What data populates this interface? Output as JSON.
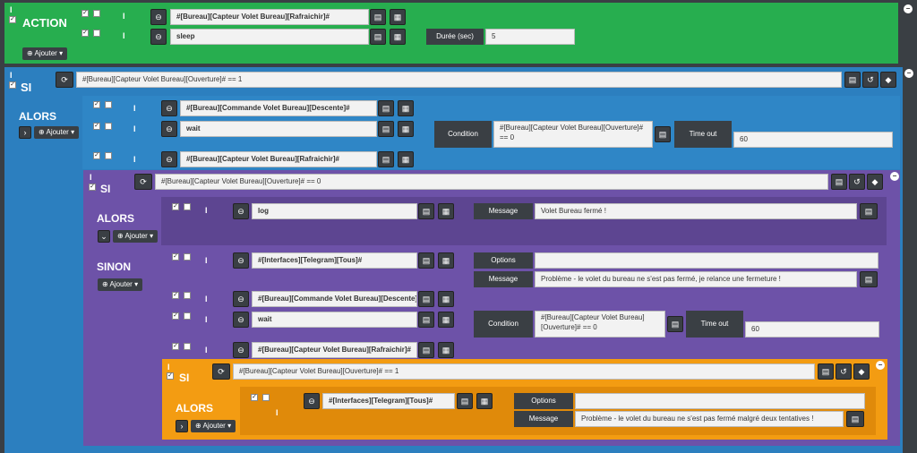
{
  "action_block": {
    "title": "ACTION",
    "add_label": "Ajouter",
    "rows": [
      {
        "command": "#[Bureau][Capteur Volet Bureau][Rafraichir]#"
      },
      {
        "command": "sleep",
        "option_label": "Durée (sec)",
        "option_value": "5"
      }
    ]
  },
  "si1": {
    "title": "SI",
    "condition": "#[Bureau][Capteur Volet Bureau][Ouverture]# == 1",
    "alors_title": "ALORS",
    "add_label": "Ajouter",
    "rows": [
      {
        "command": "#[Bureau][Commande Volet Bureau][Descente]#"
      },
      {
        "command": "wait",
        "cond_label": "Condition",
        "cond_value": "#[Bureau][Capteur Volet Bureau][Ouverture]# == 0",
        "timeout_label": "Time out",
        "timeout_value": "60"
      },
      {
        "command": "#[Bureau][Capteur Volet Bureau][Rafraichir]#"
      }
    ]
  },
  "si2": {
    "title": "SI",
    "condition": "#[Bureau][Capteur Volet Bureau][Ouverture]# == 0",
    "alors_title": "ALORS",
    "sinon_title": "SINON",
    "add_label": "Ajouter",
    "alors_row": {
      "command": "log",
      "msg_label": "Message",
      "msg_value": "Volet Bureau fermé !"
    },
    "sinon_rows": [
      {
        "command": "#[Interfaces][Telegram][Tous]#",
        "opt_label": "Options",
        "msg_label": "Message",
        "msg_value": "Problème - le volet du bureau ne s'est pas fermé, je relance une fermeture !"
      },
      {
        "command": "#[Bureau][Commande Volet Bureau][Descente]#"
      },
      {
        "command": "wait",
        "cond_label": "Condition",
        "cond_value": "#[Bureau][Capteur Volet Bureau][Ouverture]# == 0",
        "timeout_label": "Time out",
        "timeout_value": "60"
      },
      {
        "command": "#[Bureau][Capteur Volet Bureau][Rafraichir]#"
      }
    ]
  },
  "si3": {
    "title": "SI",
    "condition": "#[Bureau][Capteur Volet Bureau][Ouverture]# == 1",
    "alors_title": "ALORS",
    "add_label": "Ajouter",
    "row": {
      "command": "#[Interfaces][Telegram][Tous]#",
      "opt_label": "Options",
      "msg_label": "Message",
      "msg_value": "Problème - le volet du bureau ne s'est pas fermé malgré deux tentatives !"
    }
  },
  "colors": {
    "action": "#27ae4f",
    "si": "#2c7fbf",
    "si_nested": "#6d52a8",
    "si_deep": "#f39c12",
    "dark": "#3a3f44"
  }
}
